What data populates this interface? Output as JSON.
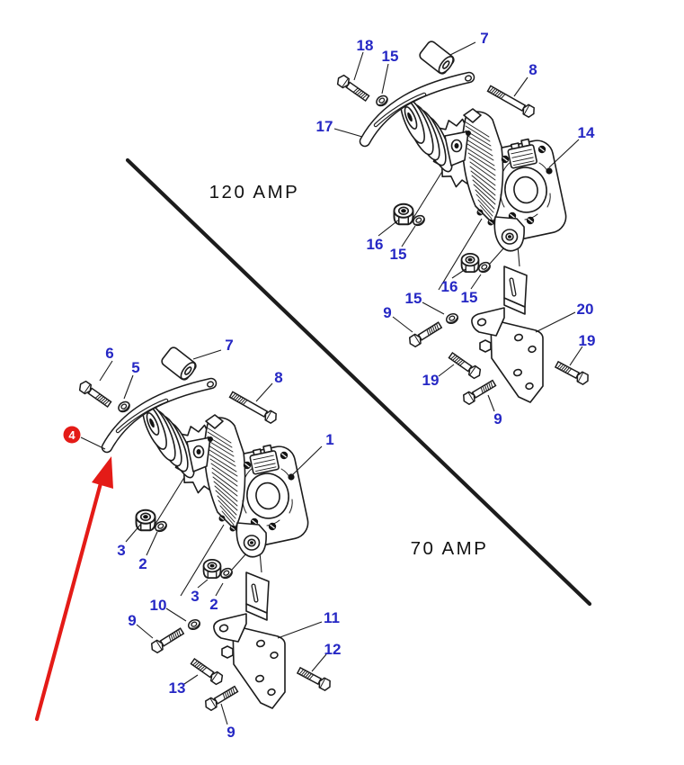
{
  "figure": {
    "type": "exploded-parts-diagram",
    "sections": {
      "amp120": {
        "label": "120 AMP",
        "callouts": [
          "18",
          "15",
          "7",
          "8",
          "17",
          "14",
          "16",
          "15",
          "16",
          "15",
          "15",
          "9",
          "20",
          "19",
          "19",
          "9"
        ]
      },
      "amp70": {
        "label": "70 AMP",
        "callouts": [
          "7",
          "6",
          "5",
          "8",
          "4",
          "1",
          "3",
          "2",
          "3",
          "2",
          "10",
          "9",
          "11",
          "12",
          "13",
          "9"
        ]
      }
    },
    "highlight": {
      "item": "4",
      "badge_color": "#e41b17",
      "arrow_color": "#e41b17"
    },
    "colors": {
      "callout_blue": "#2527c4",
      "line_black": "#1c1c1c",
      "background": "#ffffff"
    }
  }
}
